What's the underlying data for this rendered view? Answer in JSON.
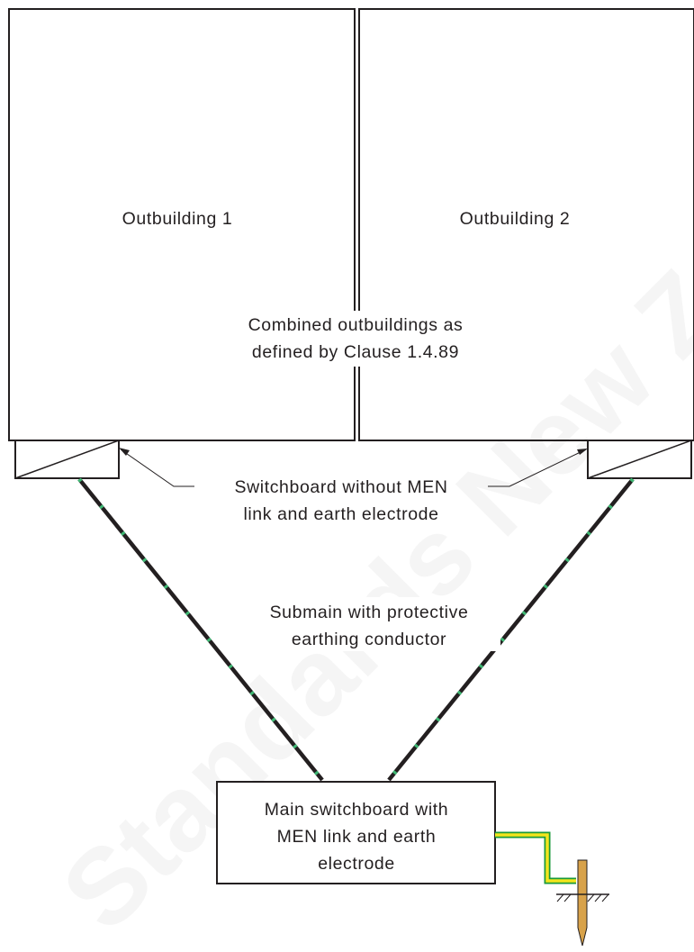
{
  "labels": {
    "outbuilding_1": "Outbuilding 1",
    "outbuilding_2": "Outbuilding 2",
    "combined_line_1": "Combined outbuildings as",
    "combined_line_2": "defined by Clause 1.4.89",
    "switchboard_line_1": "Switchboard without MEN",
    "switchboard_line_2": "link and earth electrode",
    "submain_line_1": "Submain with protective",
    "submain_line_2": "earthing conductor",
    "main_line_1": "Main switchboard with",
    "main_line_2": "MEN link and earth",
    "main_line_3": "electrode"
  },
  "watermark": "Standards New Zealand",
  "colors": {
    "line": "#231f20",
    "cable": "#231f20",
    "cable_stripe": "#3fb874",
    "earth_green": "#1a9a3a",
    "earth_yellow": "#f4e51c",
    "electrode": "#d8a24a"
  }
}
